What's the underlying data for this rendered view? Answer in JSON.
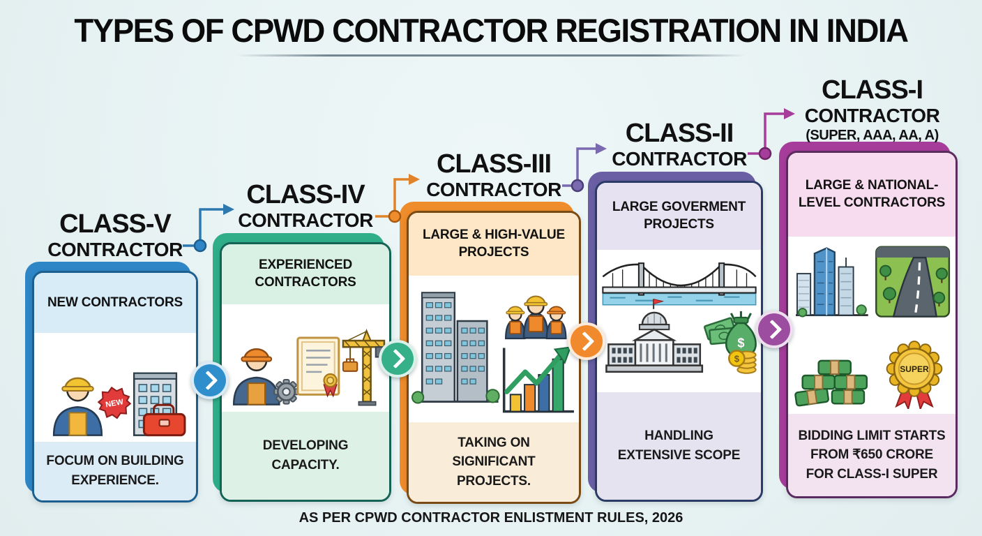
{
  "title": "TYPES OF CPWD CONTRACTOR REGISTRATION IN INDIA",
  "footnote": "AS PER CPWD CONTRACTOR ENLISTMENT RULES, 2026",
  "colors": {
    "background": "#e9f4f4",
    "class_v_accent": "#2e86c6",
    "class_iv_accent": "#2fae89",
    "class_iii_accent": "#ef8c2b",
    "class_ii_accent": "#6a5fa5",
    "class_i_accent": "#a63d9a"
  },
  "cards": [
    {
      "id": "class-v",
      "heading_class": "CLASS-V",
      "heading_role": "CONTRACTOR",
      "card_title": "NEW CONTRACTORS",
      "description": "FOCUM ON BUILDING EXPERIENCE.",
      "accent": "#2e86c6"
    },
    {
      "id": "class-iv",
      "heading_class": "CLASS-IV",
      "heading_role": "CONTRACTOR",
      "card_title": "EXPERIENCED CONTRACTORS",
      "description": "DEVELOPING CAPACITY.",
      "accent": "#2fae89"
    },
    {
      "id": "class-iii",
      "heading_class": "CLASS-III",
      "heading_role": "CONTRACTOR",
      "card_title": "LARGE & HIGH-VALUE PROJECTS",
      "description": "TAKING ON SIGNIFICANT PROJECTS.",
      "accent": "#ef8c2b"
    },
    {
      "id": "class-ii",
      "heading_class": "CLASS-II",
      "heading_role": "CONTRACTOR",
      "card_title": "LARGE GOVERMENT PROJECTS",
      "description": "HANDLING EXTENSIVE SCOPE",
      "accent": "#6a5fa5"
    },
    {
      "id": "class-i",
      "heading_class": "CLASS-I",
      "heading_role": "CONTRACTOR",
      "heading_grades": "(SUPER, AAA, AA, A)",
      "card_title": "LARGE & NATIONAL-LEVEL CONTRACTORS",
      "description": "BIDDING LIMIT STARTS FROM ₹650 CRORE FOR CLASS-I SUPER",
      "accent": "#a63d9a"
    }
  ],
  "badges": {
    "new": "NEW",
    "super": "SUPER",
    "dollar": "$"
  }
}
